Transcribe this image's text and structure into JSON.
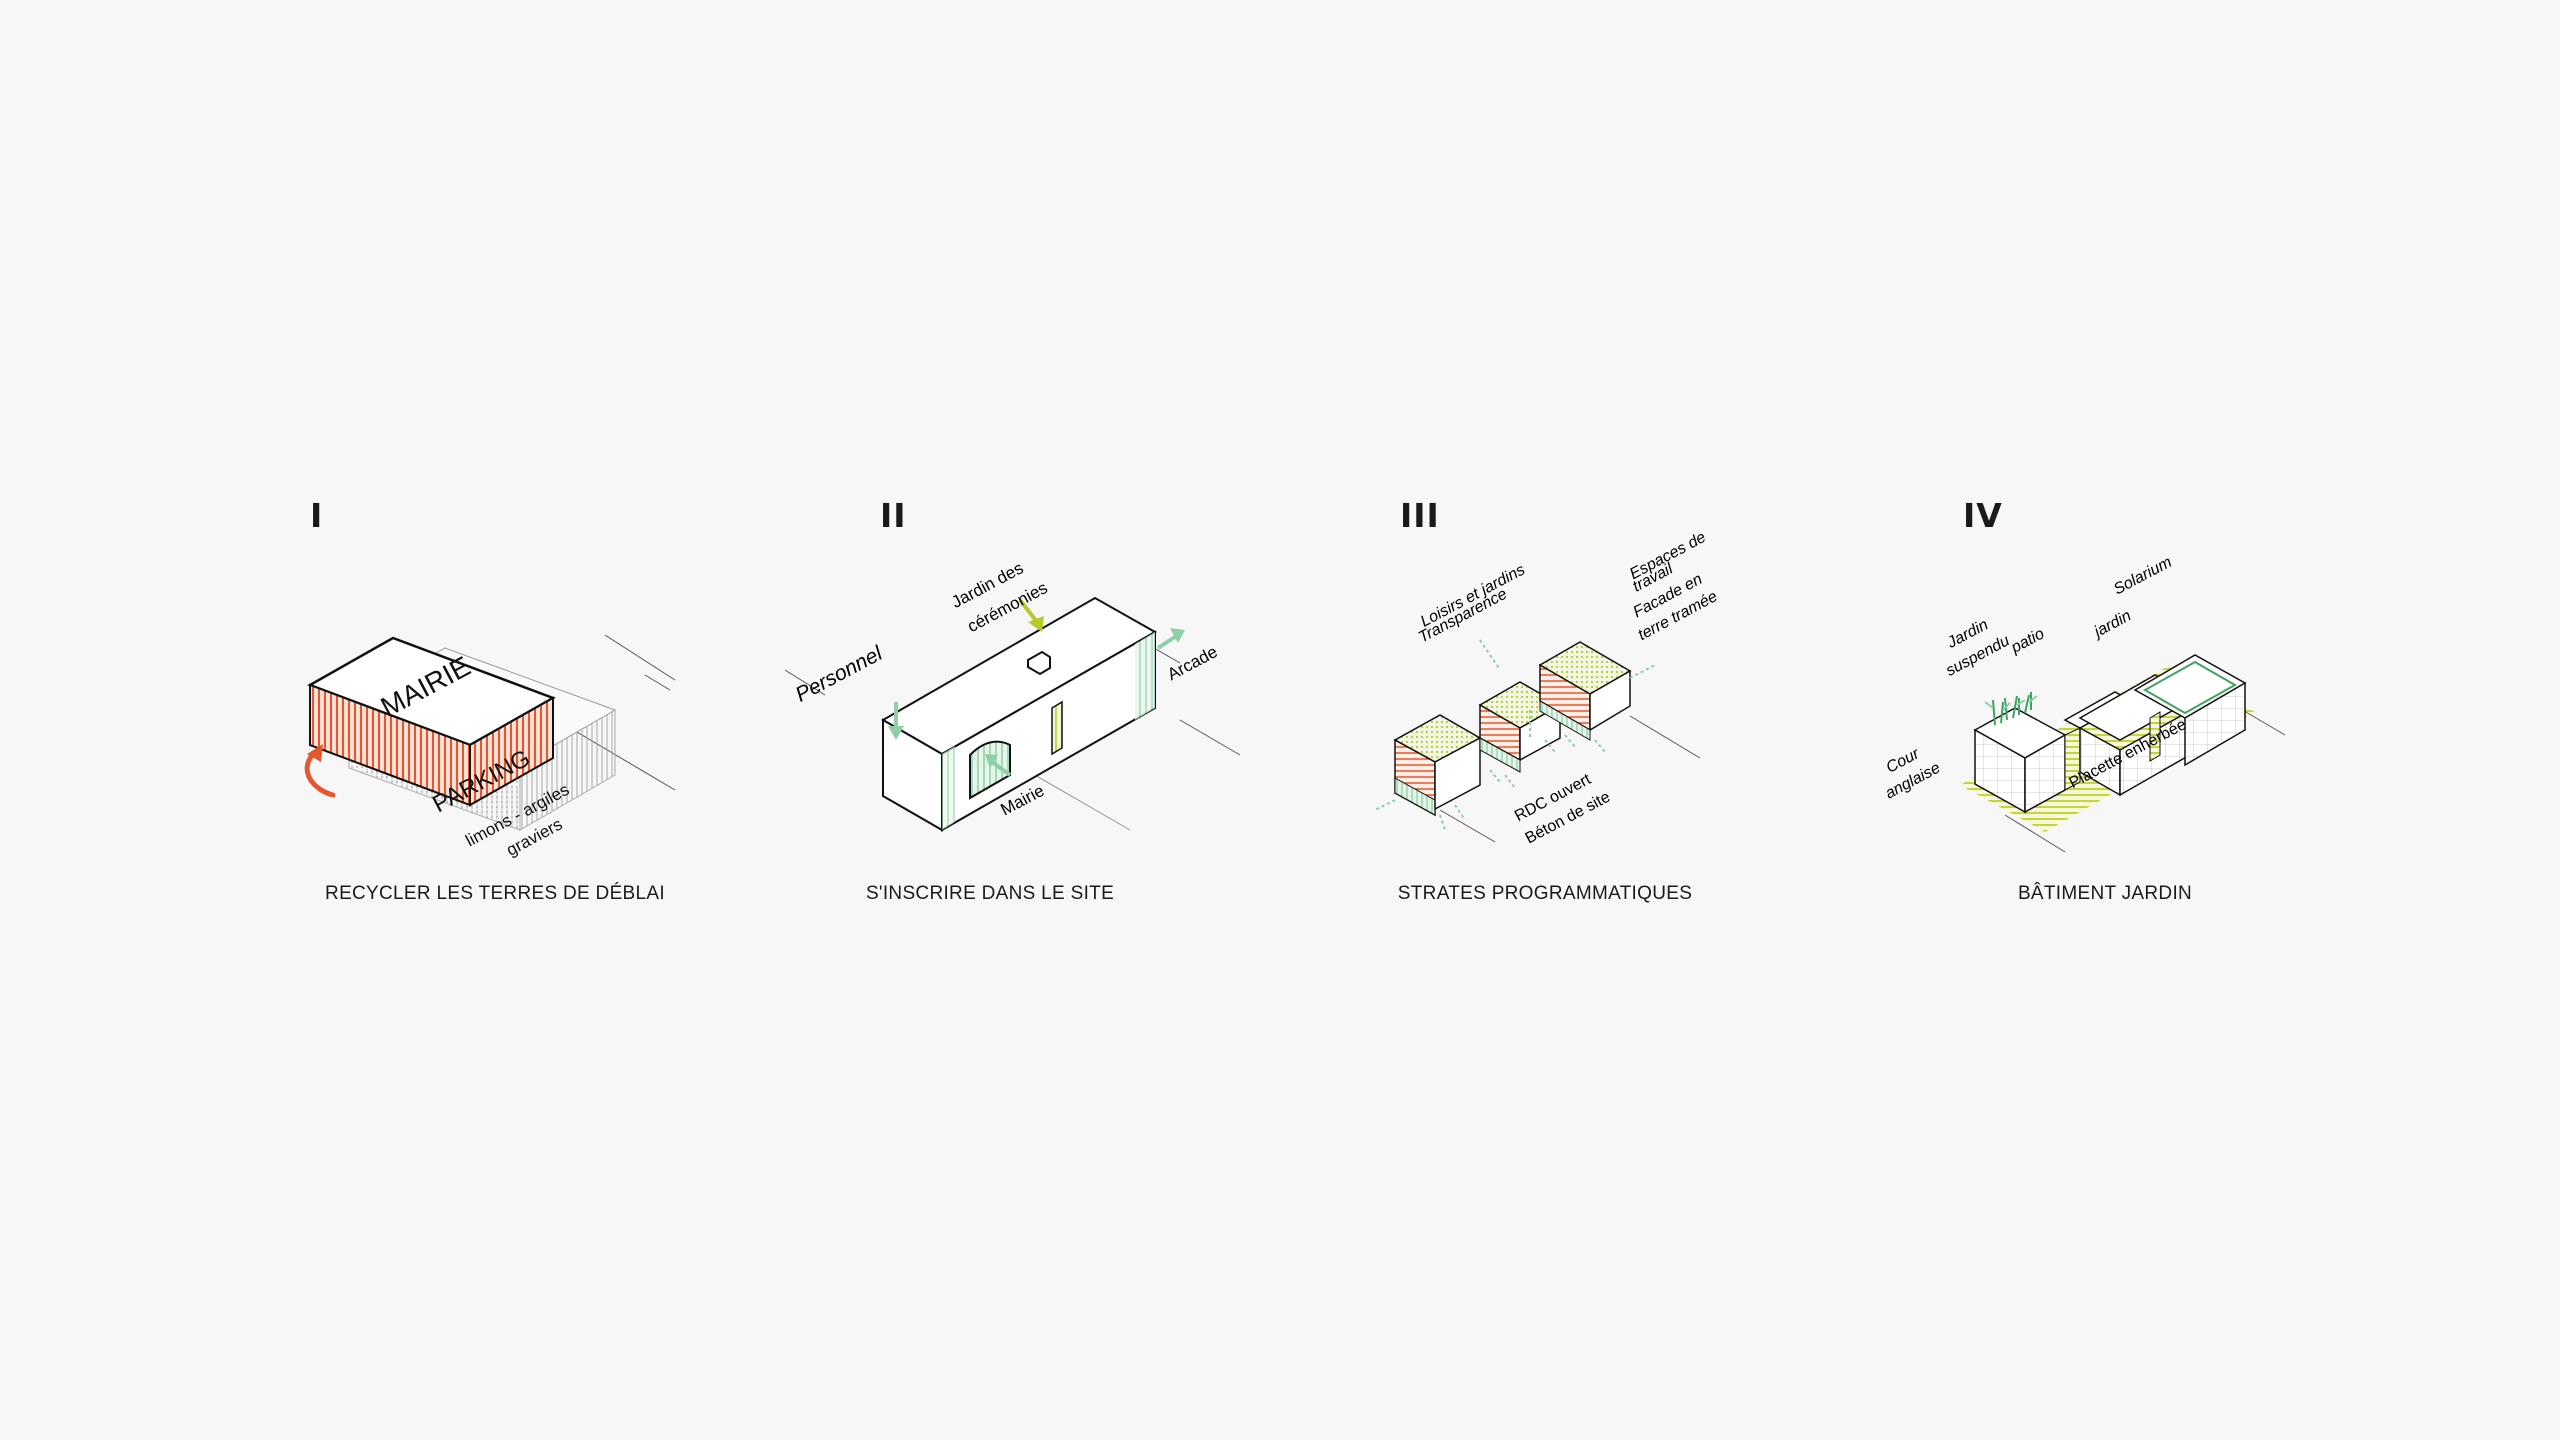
{
  "colors": {
    "background": "#f7f7f7",
    "ink": "#1a1a1a",
    "orange": "#e4572e",
    "green": "#8fcfa6",
    "yellow_green": "#b8c92c",
    "hatch_grey": "#9a9a9a"
  },
  "panels": [
    {
      "numeral": "I",
      "caption": "RECYCLER LES TERRES DE DÉBLAI",
      "labels": {
        "mairie": "MAIRIE",
        "parking": "PARKING",
        "soil_1": "limons - argiles",
        "soil_2": "graviers"
      }
    },
    {
      "numeral": "II",
      "caption": "S'INSCRIRE DANS LE SITE",
      "labels": {
        "jardin_1": "Jardin des",
        "jardin_2": "cérémonies",
        "personnel": "Personnel",
        "arcade": "Arcade",
        "mairie": "Mairie"
      }
    },
    {
      "numeral": "III",
      "caption": "STRATES PROGRAMMATIQUES",
      "labels": {
        "loisirs_1": "Loisirs et jardins",
        "loisirs_2": "Transparence",
        "espaces_1": "Espaces de",
        "espaces_2": "travail",
        "espaces_3": "Facade en",
        "espaces_4": "terre tramée",
        "rdc_1": "RDC ouvert",
        "rdc_2": "Béton de site"
      }
    },
    {
      "numeral": "IV",
      "caption": "BÂTIMENT JARDIN",
      "labels": {
        "solarium": "Solarium",
        "jardin": "jardin",
        "patio": "patio",
        "suspendu_1": "Jardin",
        "suspendu_2": "suspendu",
        "cour_1": "Cour",
        "cour_2": "anglaise",
        "placette": "Placette enherbée"
      }
    }
  ]
}
